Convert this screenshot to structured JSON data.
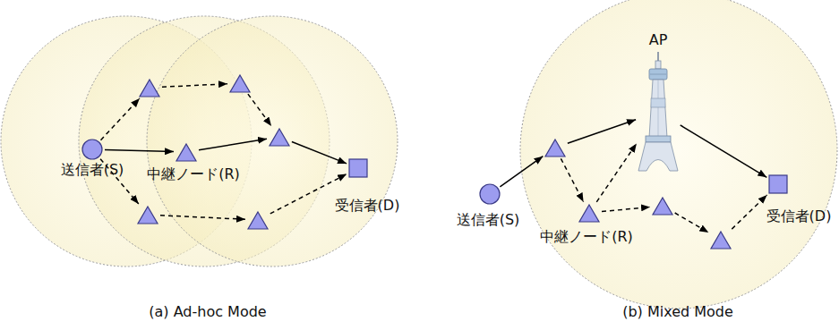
{
  "diagram": {
    "nodes": [
      {
        "text": [
          "送信者(S)"
        ]
      },
      {
        "text": []
      },
      {
        "text": []
      },
      {
        "text": [
          "中継ノード(R)"
        ]
      },
      {
        "text": []
      },
      {
        "text": []
      },
      {
        "text": []
      },
      {
        "text": [
          "受信者(D)"
        ]
      },
      {
        "text": [
          "AP"
        ]
      },
      {
        "text": [
          "送信者(S)"
        ]
      },
      {
        "text": []
      },
      {
        "text": [
          "中継ノード(R)"
        ]
      },
      {
        "text": []
      },
      {
        "text": []
      },
      {
        "text": [
          "受信者(D)"
        ]
      }
    ],
    "edges": [
      {
        "from": 0,
        "to": 1,
        "arrow": "to"
      },
      {
        "from": 1,
        "to": 2,
        "arrow": "to"
      },
      {
        "from": 2,
        "to": 4,
        "arrow": "to"
      },
      {
        "from": 0,
        "to": 3,
        "arrow": "to"
      },
      {
        "from": 3,
        "to": 4,
        "arrow": "to"
      },
      {
        "from": 4,
        "to": 7,
        "arrow": "to"
      },
      {
        "from": 0,
        "to": 5,
        "arrow": "to"
      },
      {
        "from": 5,
        "to": 6,
        "arrow": "to"
      },
      {
        "from": 6,
        "to": 7,
        "arrow": "to"
      },
      {
        "from": 9,
        "to": 10,
        "arrow": "to"
      },
      {
        "from": 10,
        "to": 8,
        "arrow": "to"
      },
      {
        "from": 8,
        "to": 14,
        "arrow": "to"
      },
      {
        "from": 10,
        "to": 11,
        "arrow": "to"
      },
      {
        "from": 11,
        "to": 8,
        "arrow": "to"
      },
      {
        "from": 11,
        "to": 12,
        "arrow": "to"
      },
      {
        "from": 12,
        "to": 13,
        "arrow": "to"
      },
      {
        "from": 13,
        "to": 14,
        "arrow": "to"
      }
    ],
    "labels": [
      "(a) Ad-hoc Mode",
      "(b) Mixed Mode"
    ]
  }
}
